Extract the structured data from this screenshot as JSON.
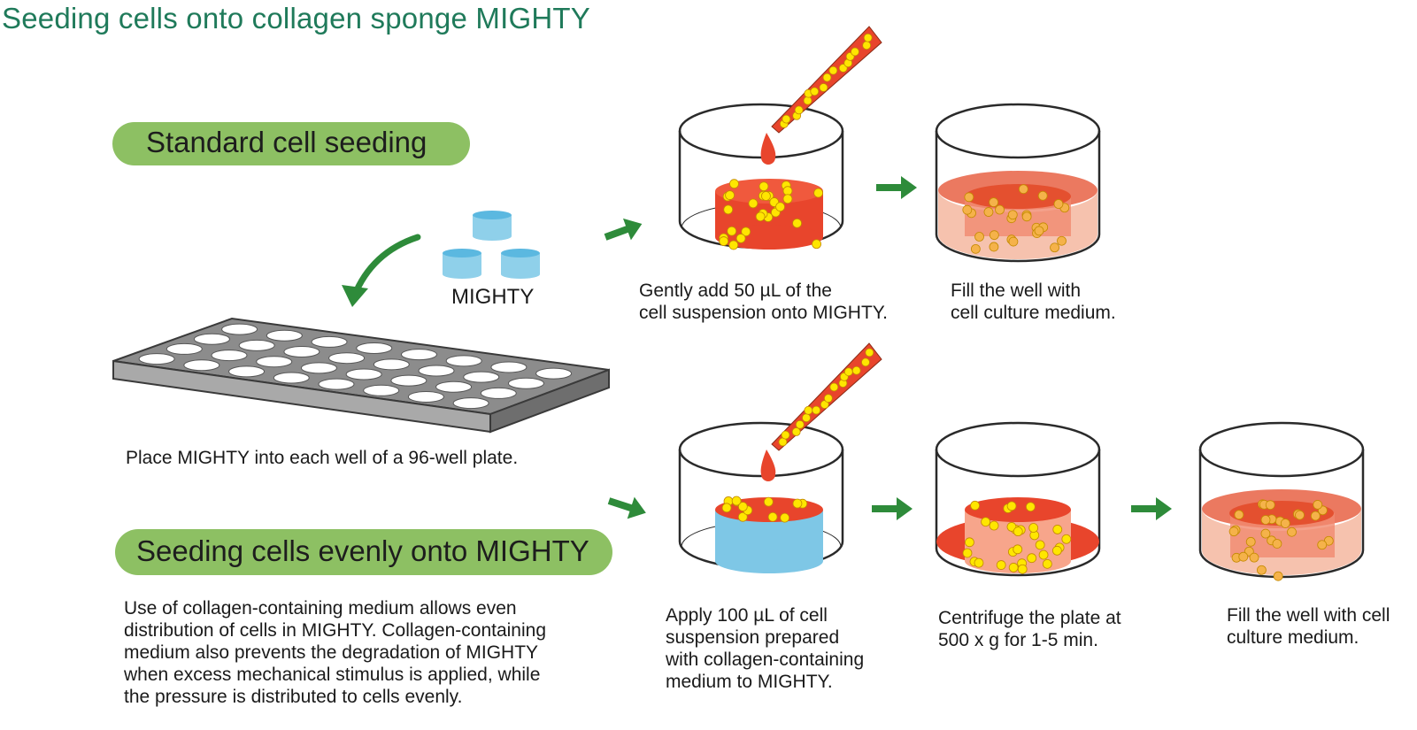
{
  "title": "Seeding cells onto collagen sponge MIGHTY",
  "sections": {
    "standard": "Standard cell seeding",
    "even": "Seeding cells evenly onto MIGHTY"
  },
  "labels": {
    "mighty": "MIGHTY",
    "place": "Place MIGHTY into each well of a 96-well plate.",
    "gently_add": "Gently add 50 µL of the\ncell suspension onto MIGHTY.",
    "fill_well_1": "Fill the well with\ncell culture medium.",
    "use_collagen": "Use of collagen-containing medium allows even\ndistribution of cells in MIGHTY. Collagen-containing\nmedium also prevents the degradation of MIGHTY\nwhen excess mechanical stimulus is applied, while\nthe pressure is distributed to cells evenly.",
    "apply": "Apply 100 µL of cell\nsuspension prepared\nwith collagen-containing\nmedium to MIGHTY.",
    "centrifuge": "Centrifuge the plate at\n500 x g for 1-5 min.",
    "fill_well_2": "Fill the well with cell\nculture medium."
  },
  "colors": {
    "title_green": "#1f7a5a",
    "pill_green": "#8dc063",
    "arrow_green": "#2e8b3a",
    "sponge_blue": "#7ec7e6",
    "cell_yellow": "#ffe600",
    "suspension_red": "#e8452c",
    "medium_pink": "#f4a48a",
    "plate_gray": "#8c8c8c"
  }
}
